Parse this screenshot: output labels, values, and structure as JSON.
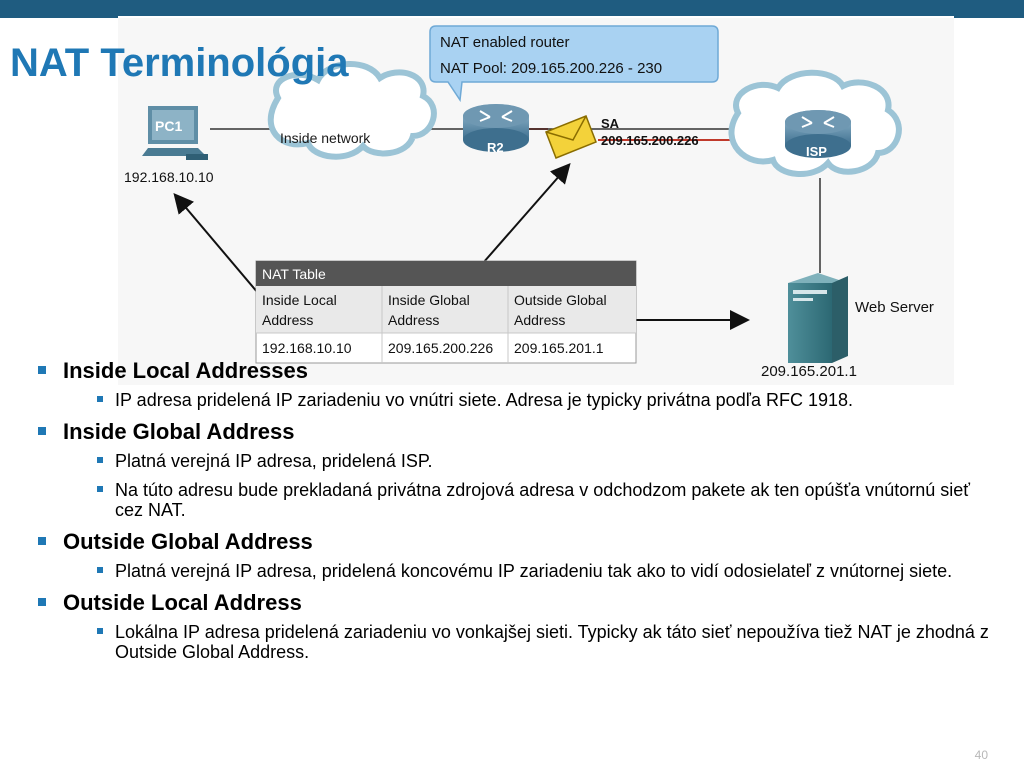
{
  "slide": {
    "title": "NAT Terminológia",
    "page_number": "40"
  },
  "diagram": {
    "callout": {
      "line1": "NAT enabled router",
      "line2": "NAT Pool: 209.165.200.226 - 230"
    },
    "pc": {
      "name": "PC1",
      "ip": "192.168.10.10"
    },
    "inside_cloud": "Inside network",
    "router": "R2",
    "isp": "ISP",
    "packet": {
      "label": "SA",
      "address": "209.165.200.226"
    },
    "web_server": {
      "name": "Web Server",
      "ip": "209.165.201.1"
    },
    "nat_table": {
      "title": "NAT Table",
      "headers": [
        [
          "Inside Local",
          "Address"
        ],
        [
          "Inside Global",
          "Address"
        ],
        [
          "Outside Global",
          "Address"
        ]
      ],
      "row": [
        "192.168.10.10",
        "209.165.200.226",
        "209.165.201.1"
      ]
    }
  },
  "bullets": [
    {
      "heading": "Inside Local Addresses",
      "items": [
        "IP adresa pridelená IP zariadeniu vo vnútri siete. Adresa je typicky privátna podľa RFC 1918."
      ]
    },
    {
      "heading": "Inside Global Address",
      "items": [
        "Platná verejná IP adresa, pridelená ISP.",
        "Na túto adresu bude prekladaná privátna zdrojová adresa v odchodzom pakete ak ten opúšťa vnútornú sieť cez NAT."
      ]
    },
    {
      "heading": "Outside Global Address",
      "items": [
        "Platná verejná IP adresa, pridelená koncovému IP zariadeniu tak ako to vidí odosielateľ z vnútornej siete."
      ]
    },
    {
      "heading": "Outside Local Address",
      "items": [
        "Lokálna IP adresa pridelená zariadeniu vo vonkajšej sieti. Typicky ak táto sieť nepoužíva tiež NAT je zhodná z Outside Global Address."
      ]
    }
  ]
}
